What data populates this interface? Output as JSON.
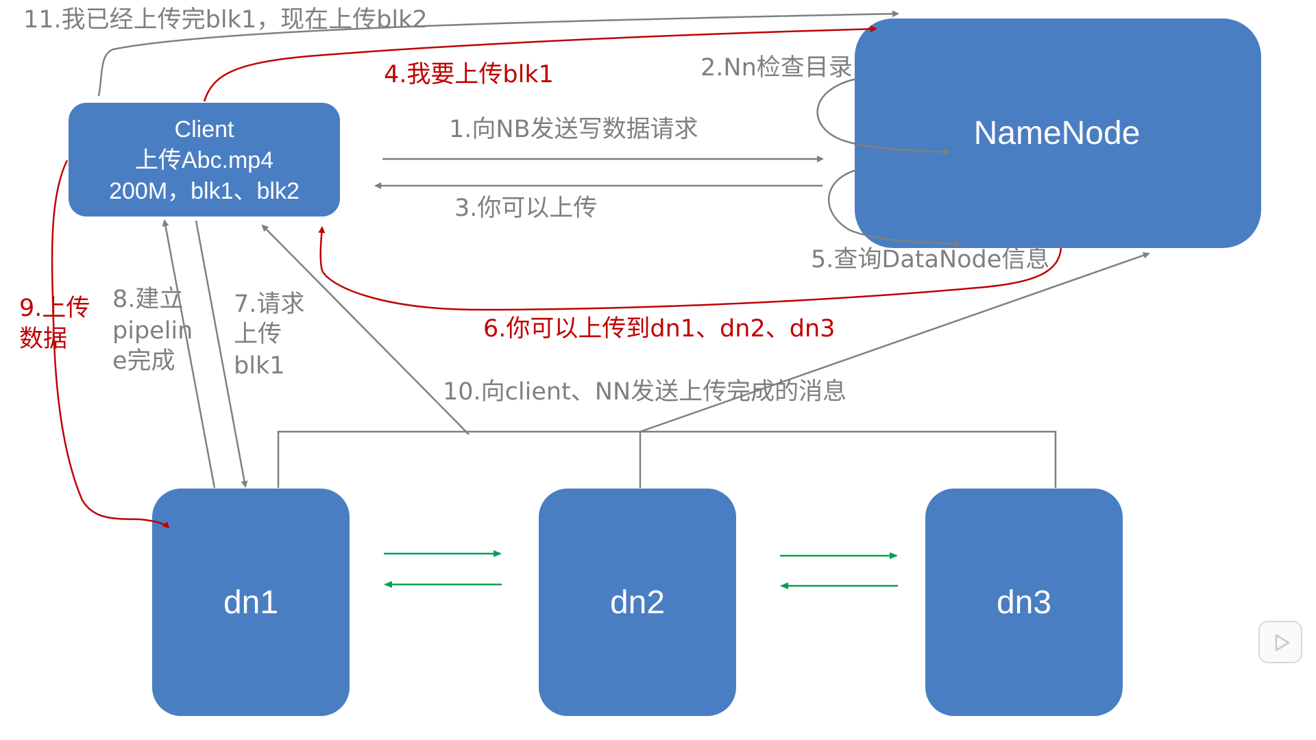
{
  "nodes": {
    "client": {
      "lines": [
        "Client",
        "上传Abc.mp4",
        "200M，blk1、blk2"
      ]
    },
    "namenode": {
      "label": "NameNode"
    },
    "dn1": {
      "label": "dn1"
    },
    "dn2": {
      "label": "dn2"
    },
    "dn3": {
      "label": "dn3"
    }
  },
  "labels": {
    "step1": "1.向NB发送写数据请求",
    "step2": "2.Nn检查目录",
    "step3": "3.你可以上传",
    "step4": "4.我要上传blk1",
    "step5": "5.查询DataNode信息",
    "step6": "6.你可以上传到dn1、dn2、dn3",
    "step7": [
      "7.请求",
      "上传",
      "blk1"
    ],
    "step8": [
      "8.建立",
      "pipelin",
      "e完成"
    ],
    "step9": [
      "9.上传",
      "数据"
    ],
    "step10": "10.向client、NN发送上传完成的消息",
    "step11": "11.我已经上传完blk1，现在上传blk2"
  },
  "colors": {
    "box": "#4a7ec2",
    "gray_arrow": "#7f7f7f",
    "red_arrow": "#c00000",
    "green_arrow": "#00a050"
  },
  "icons": {
    "play": "play-icon"
  }
}
